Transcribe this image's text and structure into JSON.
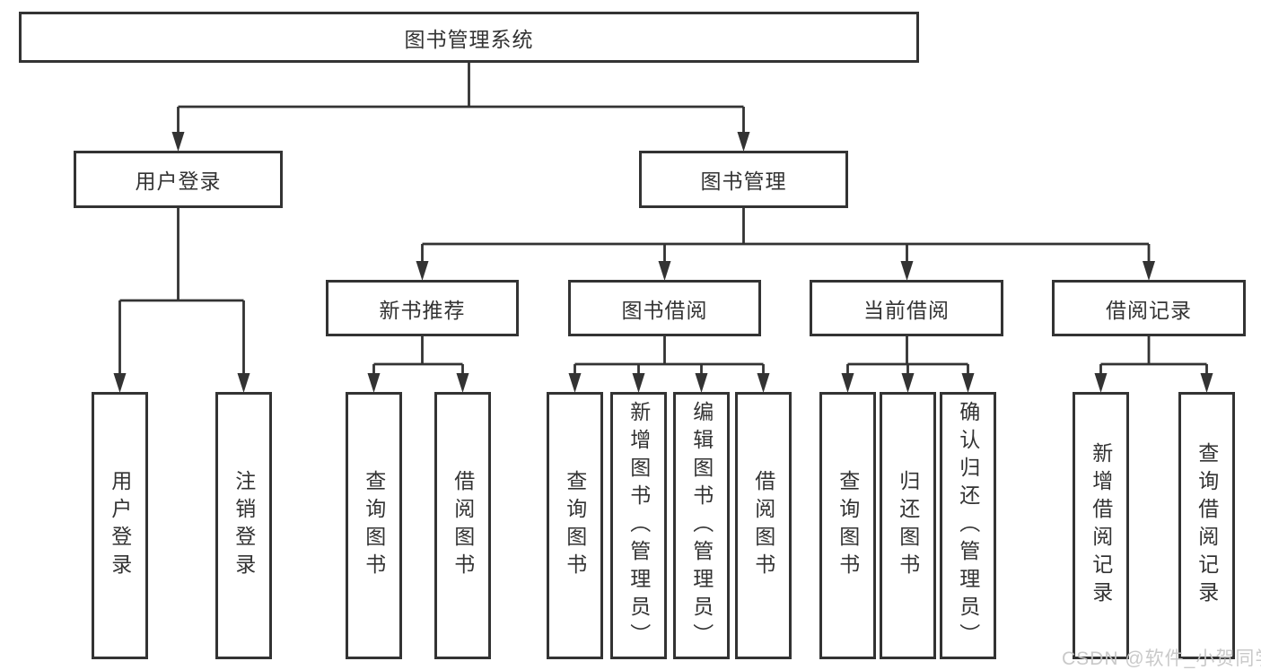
{
  "diagram": {
    "root": {
      "label": "图书管理系统",
      "children": [
        {
          "label": "用户登录",
          "children": [
            {
              "label": "用户登录"
            },
            {
              "label": "注销登录"
            }
          ]
        },
        {
          "label": "图书管理",
          "children": [
            {
              "label": "新书推荐",
              "children": [
                {
                  "label": "查询图书"
                },
                {
                  "label": "借阅图书"
                }
              ]
            },
            {
              "label": "图书借阅",
              "children": [
                {
                  "label": "查询图书"
                },
                {
                  "label": "新增图书（管理员）"
                },
                {
                  "label": "编辑图书（管理员）"
                },
                {
                  "label": "借阅图书"
                }
              ]
            },
            {
              "label": "当前借阅",
              "children": [
                {
                  "label": "查询图书"
                },
                {
                  "label": "归还图书"
                },
                {
                  "label": "确认归还（管理员）"
                }
              ]
            },
            {
              "label": "借阅记录",
              "children": [
                {
                  "label": "新增借阅记录"
                },
                {
                  "label": "查询借阅记录"
                }
              ]
            }
          ]
        }
      ]
    }
  },
  "watermark": "CSDN @软件_小贺同学",
  "colors": {
    "line": "#333333",
    "box_border": "#333333",
    "text": "#333333",
    "watermark": "#c6c6c6",
    "background": "#ffffff"
  }
}
